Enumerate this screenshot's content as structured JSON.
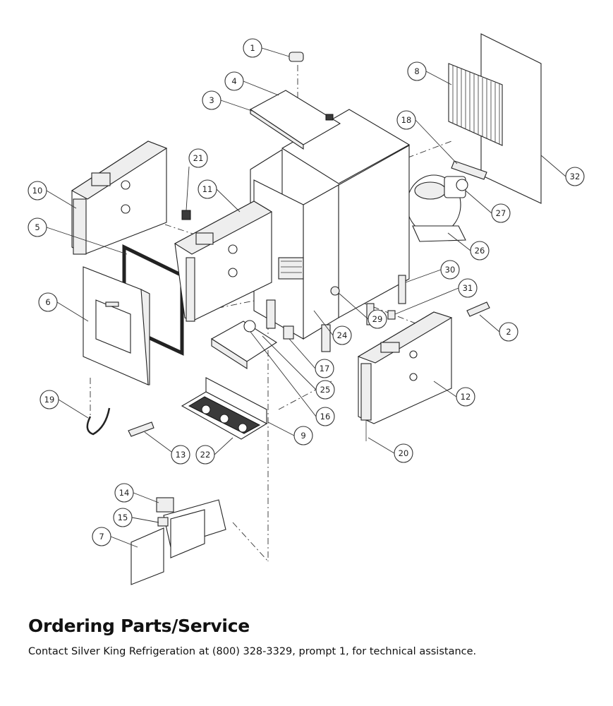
{
  "section": {
    "title": "Ordering Parts/Service",
    "contact_text": "Contact Silver King Refrigeration at (800) 328-3329, prompt 1, for technical assistance."
  },
  "callouts": [
    "1",
    "2",
    "3",
    "4",
    "5",
    "6",
    "7",
    "8",
    "9",
    "10",
    "11",
    "12",
    "13",
    "14",
    "15",
    "16",
    "17",
    "18",
    "19",
    "20",
    "21",
    "22",
    "24",
    "25",
    "26",
    "27",
    "29",
    "30",
    "31",
    "32"
  ]
}
